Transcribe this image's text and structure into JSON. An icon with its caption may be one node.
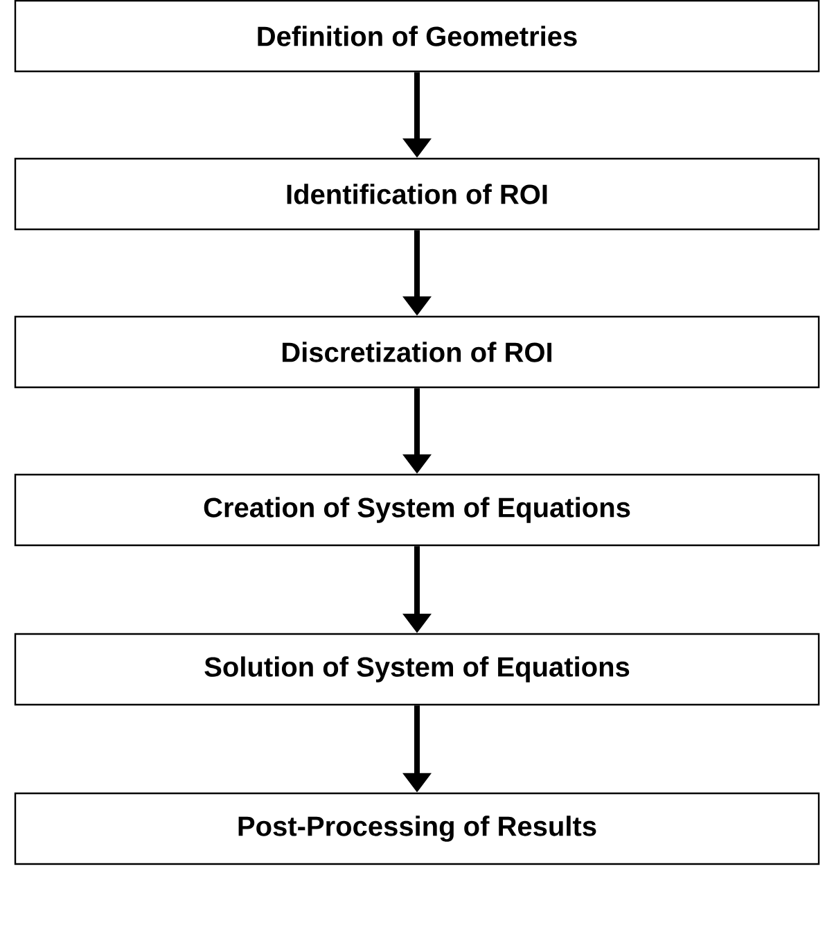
{
  "diagram": {
    "nodes": [
      {
        "text": [
          "Definition of Geometries"
        ]
      },
      {
        "text": [
          "Identification of ROI"
        ]
      },
      {
        "text": [
          "Discretization of ROI"
        ]
      },
      {
        "text": [
          "Creation of System of Equations"
        ]
      },
      {
        "text": [
          "Solution of System of Equations"
        ]
      },
      {
        "text": [
          "Post-Processing of Results"
        ]
      }
    ],
    "edges": [
      {
        "from": 0,
        "to": 1,
        "arrow": "to"
      },
      {
        "from": 1,
        "to": 2,
        "arrow": "to"
      },
      {
        "from": 2,
        "to": 3,
        "arrow": "to"
      },
      {
        "from": 3,
        "to": 4,
        "arrow": "to"
      },
      {
        "from": 4,
        "to": 5,
        "arrow": "to"
      }
    ]
  }
}
